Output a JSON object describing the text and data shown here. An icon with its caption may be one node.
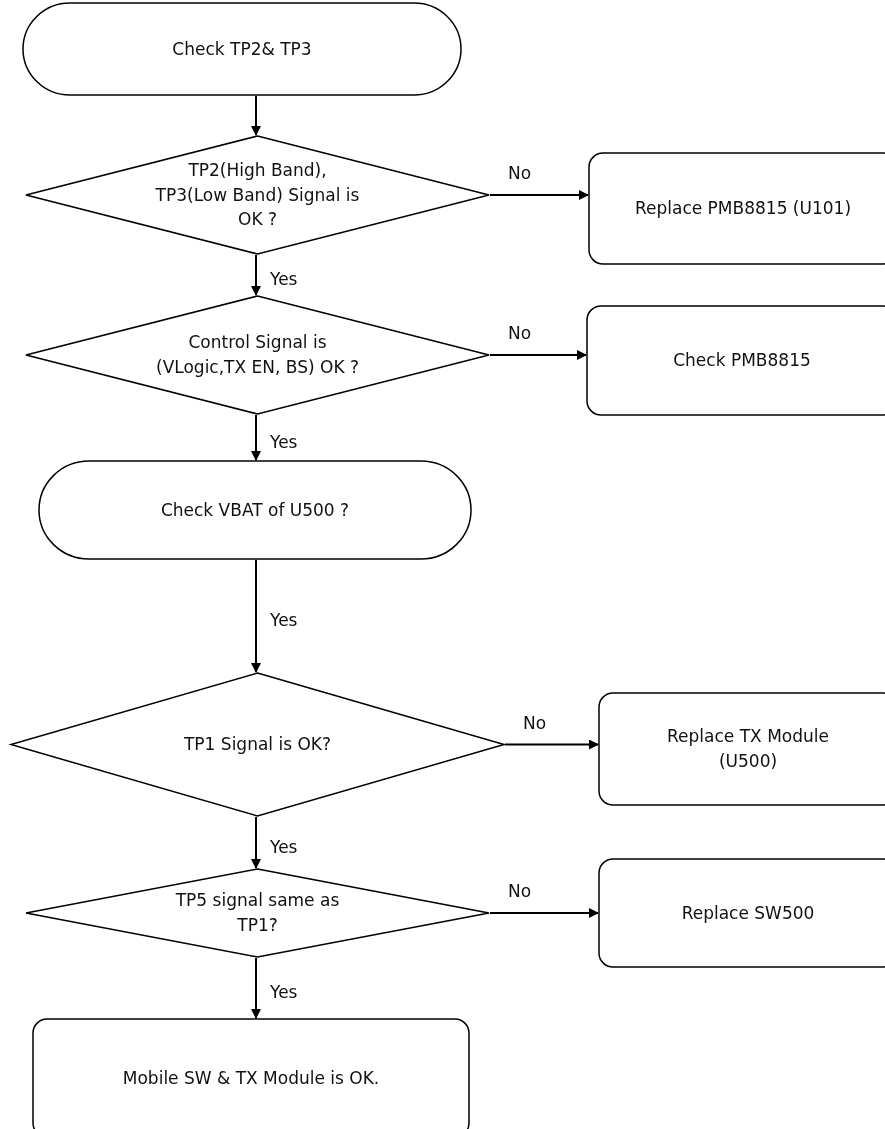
{
  "diagram": {
    "nodes": [
      {
        "text": [
          "Check TP2& TP3"
        ]
      },
      {
        "text": [
          "TP2(High Band), TP3(Low Band) Signal is OK ?"
        ]
      },
      {
        "text": [
          "Replace  PMB8815 (U101)"
        ]
      },
      {
        "text": [
          "Control Signal is (VLogic,TX EN,  BS) OK ?"
        ]
      },
      {
        "text": [
          "Check PMB8815"
        ]
      },
      {
        "text": [
          "Check VBAT of U500 ?"
        ]
      },
      {
        "text": [
          "TP1 Signal is OK?"
        ]
      },
      {
        "text": [
          "Replace TX Module (U500)"
        ]
      },
      {
        "text": [
          "TP5 signal same as TP1?"
        ]
      },
      {
        "text": [
          "Replace  SW500"
        ]
      },
      {
        "text": [
          "Mobile SW & TX Module is OK."
        ]
      }
    ],
    "edges": [
      {
        "from": 0,
        "to": 1,
        "arrow": "to"
      },
      {
        "from": 1,
        "to": 2,
        "arrow": "to",
        "label": "No"
      },
      {
        "from": 1,
        "to": 3,
        "arrow": "to",
        "label": "Yes"
      },
      {
        "from": 3,
        "to": 4,
        "arrow": "to",
        "label": "No"
      },
      {
        "from": 3,
        "to": 5,
        "arrow": "to",
        "label": "Yes"
      },
      {
        "from": 5,
        "to": 6,
        "arrow": "to",
        "label": "Yes"
      },
      {
        "from": 6,
        "to": 7,
        "arrow": "to",
        "label": "No"
      },
      {
        "from": 6,
        "to": 8,
        "arrow": "to",
        "label": "Yes"
      },
      {
        "from": 8,
        "to": 9,
        "arrow": "to",
        "label": "No"
      },
      {
        "from": 8,
        "to": 10,
        "arrow": "to",
        "label": "Yes"
      }
    ]
  }
}
